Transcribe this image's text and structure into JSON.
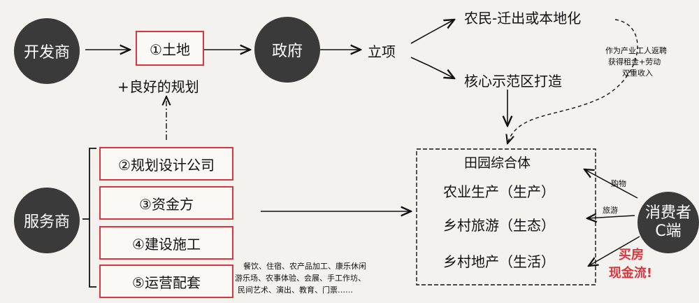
{
  "nodes": {
    "developer": "开发商",
    "government": "政府",
    "service_provider": "服务商",
    "consumer_line1": "消费者",
    "consumer_line2": "C端"
  },
  "boxes": {
    "land": "①土地",
    "planning_company": "②规划设计公司",
    "funder": "③资金方",
    "construction": "④建设施工",
    "operation": "⑤运营配套"
  },
  "labels": {
    "good_planning": "+良好的规划",
    "project_approval": "立项",
    "farmers": "农民-迁出或本地化",
    "core_demo": "核心示范区打造",
    "farmer_note_1": "作为产业工人返聘",
    "farmer_note_2": "获得租金+劳动",
    "farmer_note_3": "双重收入",
    "complex_title": "田园综合体",
    "agri_production": "农业生产（生产）",
    "rural_tourism": "乡村旅游（生态）",
    "rural_real_estate": "乡村地产（生活）",
    "shopping": "购物",
    "travel": "旅游",
    "buy_house": "买房",
    "cash_flow": "现金流!",
    "services_1": "餐饮、住宿、农产品加工、康乐休闲",
    "services_2": "游乐场、农事体验、会展、手工作坊、",
    "services_3": "民间艺术、演出、教育、门票……"
  },
  "colors": {
    "accent_red": "#d9363e",
    "node_dark": "#3a3a3a"
  }
}
